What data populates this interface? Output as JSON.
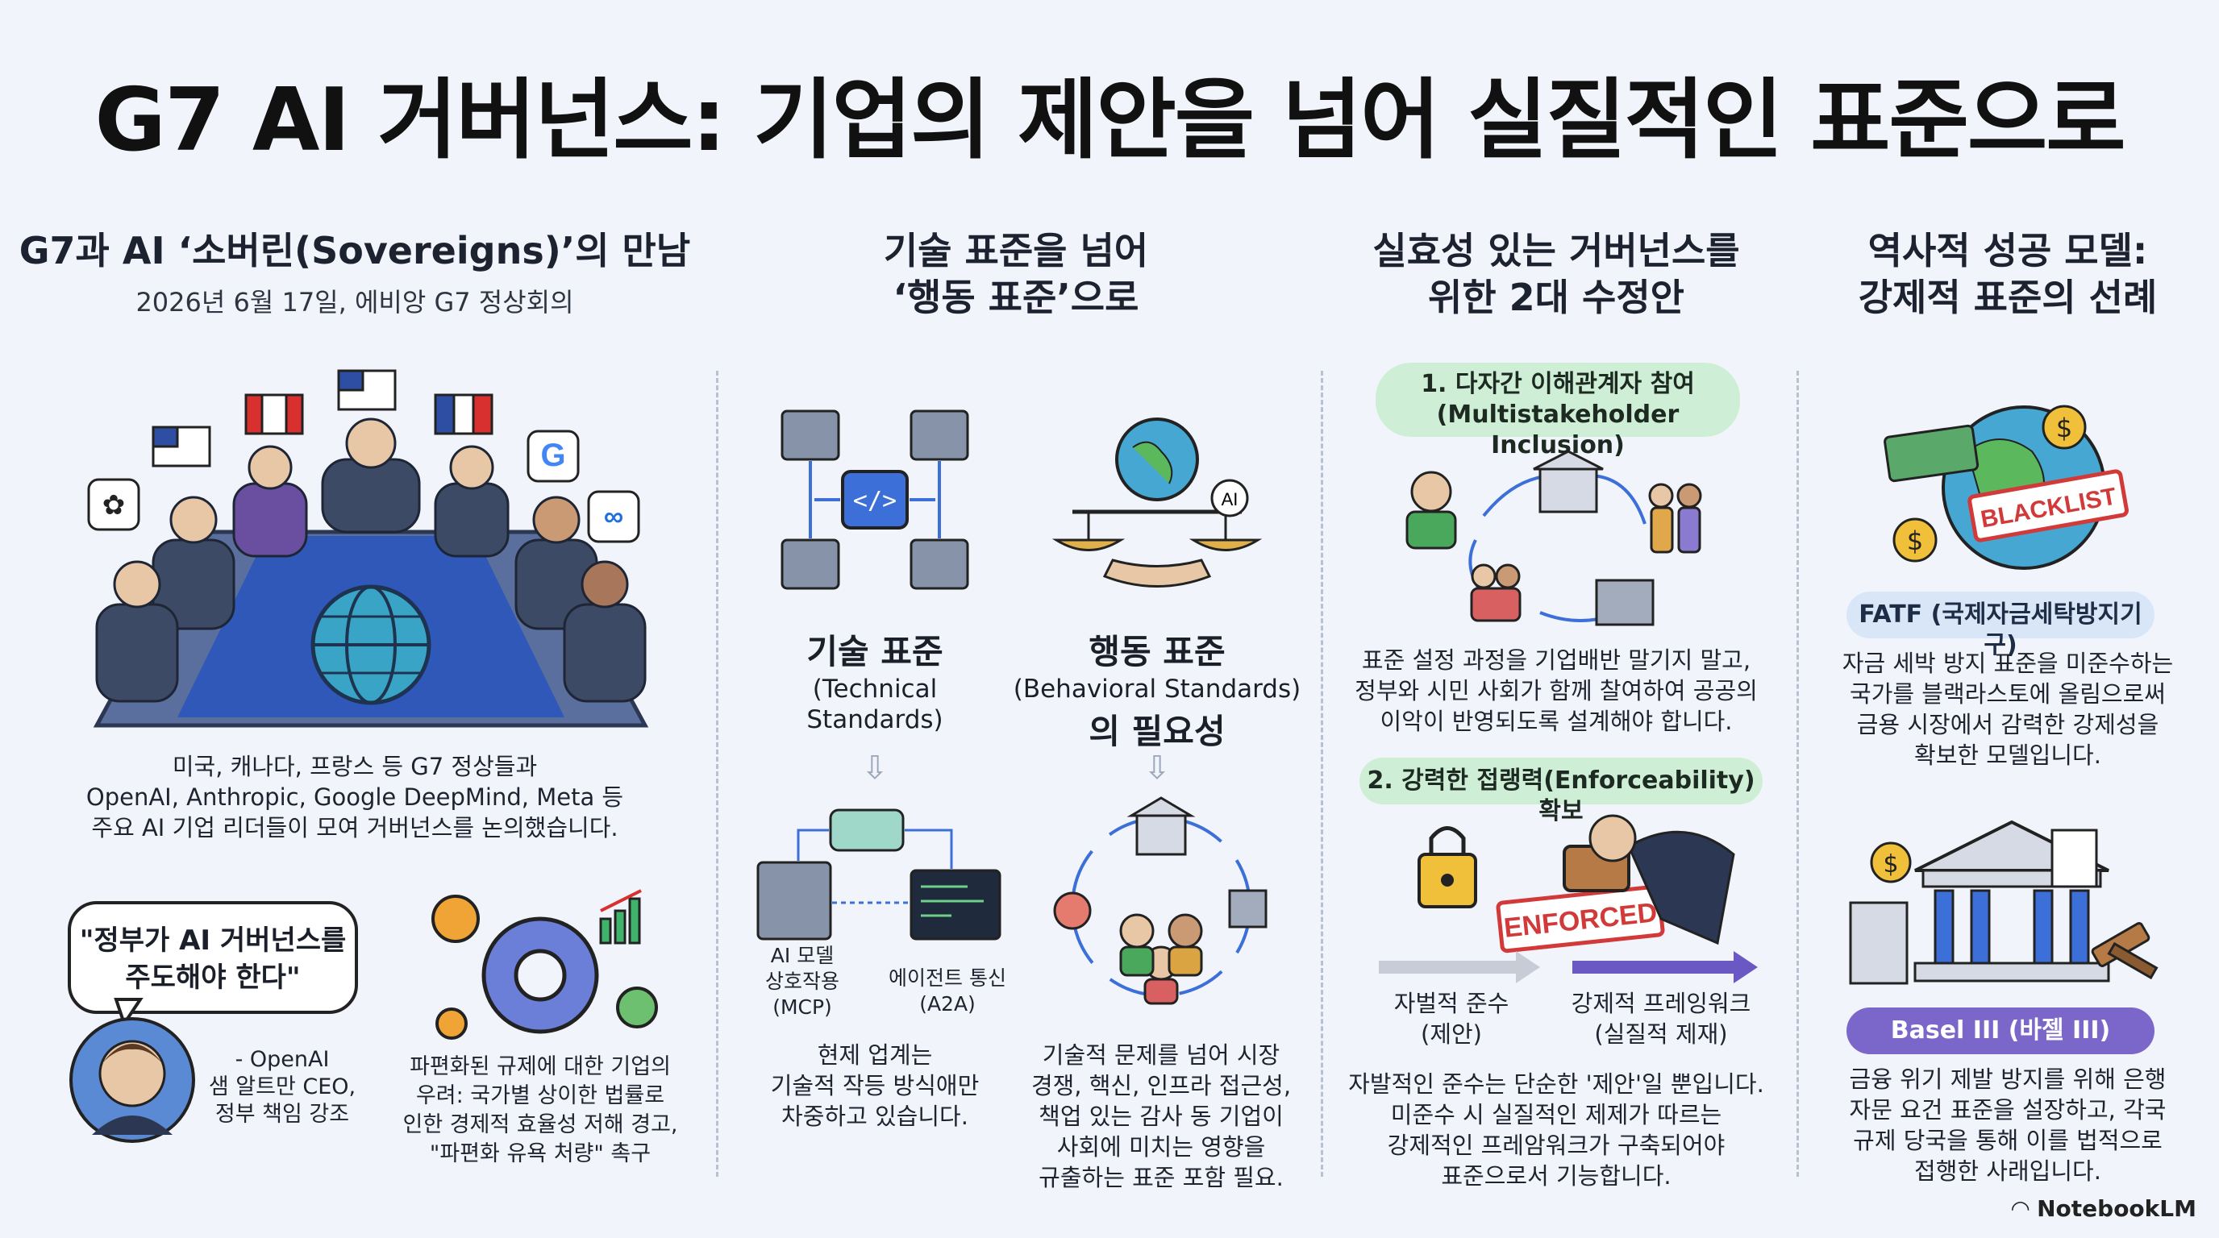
{
  "title": "G7 AI 거버넌스: 기업의 제안을 넘어 실질적인 표준으로",
  "col1": {
    "heading": "G7과 AI ‘소버린(Sovereigns)’의 만남",
    "subheading": "2026년 6월 17일, 에비앙 G7 정상회의",
    "caption": [
      "미국, 캐나다, 프랑스 등 G7 정상들과",
      "OpenAI, Anthropic, Google DeepMind, Meta 등",
      "주요 AI 기업 리더들이 모여 거버넌스를 논의했습니다."
    ],
    "quote": [
      "\"정부가 AI 거버넌스를",
      "주도해야 한다\""
    ],
    "quote_attr": [
      "- OpenAI",
      "샘 알트만 CEO,",
      "정부 책임 강조"
    ],
    "concern": [
      "파편화된 규제에 대한 기업의",
      "우려: 국가별 상이한 법률로",
      "인한 경제적 효율성 저해 경고,",
      "\"파편화 유욕 처량\" 촉구"
    ]
  },
  "col2": {
    "heading": [
      "기술 표준을 넘어",
      "‘행동 표준’으로"
    ],
    "tech_title": "기술 표준",
    "tech_sub": [
      "(Technical",
      "Standards)"
    ],
    "behav_title": "행동 표준",
    "behav_sub": "(Behavioral Standards)",
    "behav_need": "의 필요성",
    "mcp_label": [
      "AI 모델",
      "상호작용",
      "(MCP)"
    ],
    "a2a_label": [
      "에이전트 통신",
      "(A2A)"
    ],
    "tech_desc": [
      "현제 업계는",
      "기술적 작등 방식애만",
      "차중하고 있습니다."
    ],
    "behav_desc": [
      "기술적 문제를 넘어 시장",
      "경쟁, 핵신, 인프라 접근성,",
      "책업 있는 감사 동 기업이",
      "사회에 미치는 영향을",
      "규출하는 표준 포함 필요."
    ]
  },
  "col3": {
    "heading": [
      "실효성 있는 거버넌스를",
      "위한 2대 수정안"
    ],
    "item1_pill": [
      "1. 다자간 이해관계자 참여",
      "(Multistakeholder Inclusion)"
    ],
    "item1_desc": [
      "표준 설정 과정을 기업배반 말기지 말고,",
      "정부와 시민 사회가 함께 찰여하여 공공의",
      "이악이 반영되도록 설계해야 합니다."
    ],
    "item2_pill": "2. 강력한 접랭력(Enforceability) 확보",
    "stamp_text": "ENFORCED",
    "voluntary": [
      "자벌적 준수",
      "(제안)"
    ],
    "mandatory": [
      "강제적 프레잉워크",
      "(실질적 제재)"
    ],
    "item2_desc": [
      "자발적인 준수는 단순한 '제안'일 뿐입니다.",
      "미준수 시 실질적인 제제가 따르는",
      "강제적인 프레암워크가 구축되어야",
      "표준으로서 기능합니다."
    ]
  },
  "col4": {
    "heading": [
      "역사적 성공 모델:",
      "강제적 표준의 선례"
    ],
    "blacklist": "BLACKLIST",
    "fatf_pill": "FATF (국제자금세탁방지기구)",
    "fatf_desc": [
      "자금 세박 방지 표준을 미준수하는",
      "국가를 블랙라스토에 올림으로써",
      "금용 시장에서 감력한 강제성을",
      "확보한 모델입니다."
    ],
    "basel_pill": "Basel III (바젤 III)",
    "basel_desc": [
      "금융 위기 제발 방지를 위해 은행",
      "자문 요건 표준을 설장하고, 각국",
      "규제 당국을 통해 이를 법적으로",
      "접행한 사래입니다."
    ]
  },
  "brand": "NotebookLM",
  "colors": {
    "accent_green": "#cfeed6",
    "accent_blue": "#d9e6f8",
    "accent_purple": "#7b66c9",
    "stamp_red": "#d23a3a"
  }
}
